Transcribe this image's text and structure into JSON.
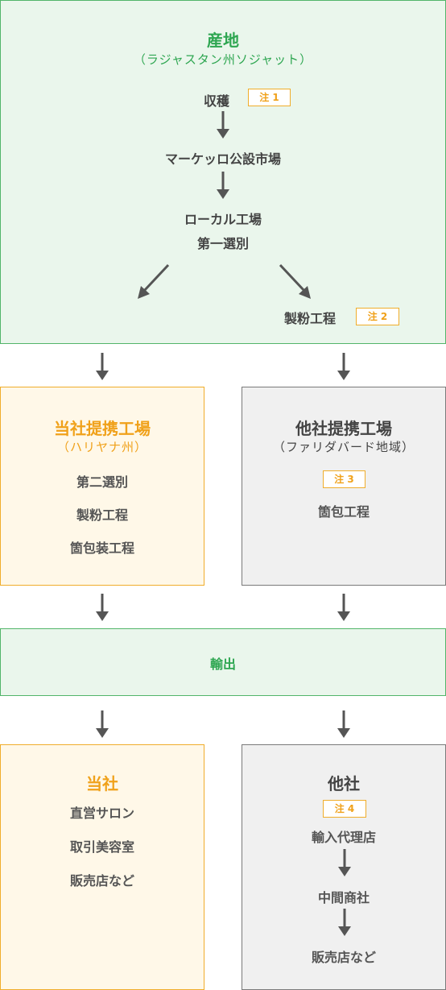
{
  "origin": {
    "title": "産地",
    "subtitle": "（ラジャスタン州ソジャット）",
    "harvest": "収穫",
    "note1": "注 1",
    "market": "マーケッロ公設市場",
    "local_factory_line1": "ローカル工場",
    "local_factory_line2": "第一選別",
    "milling": "製粉工程",
    "note2": "注 2"
  },
  "own_factory": {
    "title": "当社提携工場",
    "subtitle": "（ハリヤナ州）",
    "steps": [
      "第二選別",
      "製粉工程",
      "箇包装工程"
    ]
  },
  "other_factory": {
    "title": "他社提携工場",
    "subtitle": "（ファリダバード地域）",
    "note3": "注 3",
    "step": "箇包工程"
  },
  "export": {
    "label": "輸出"
  },
  "own_company": {
    "title": "当社",
    "items": [
      "直営サロン",
      "取引美容室",
      "販売店など"
    ]
  },
  "other_company": {
    "title": "他社",
    "note4": "注 4",
    "steps": [
      "輸入代理店",
      "中間商社",
      "販売店など"
    ]
  },
  "colors": {
    "green_border": "#52b56a",
    "green_fill": "#eaf6ec",
    "green_text": "#2ea651",
    "orange_border": "#f0ad2b",
    "orange_fill": "#fff8e8",
    "orange_text": "#f0a11a",
    "gray_border": "#7a7a7a",
    "gray_fill": "#f0f0f0",
    "arrow": "#555555"
  }
}
